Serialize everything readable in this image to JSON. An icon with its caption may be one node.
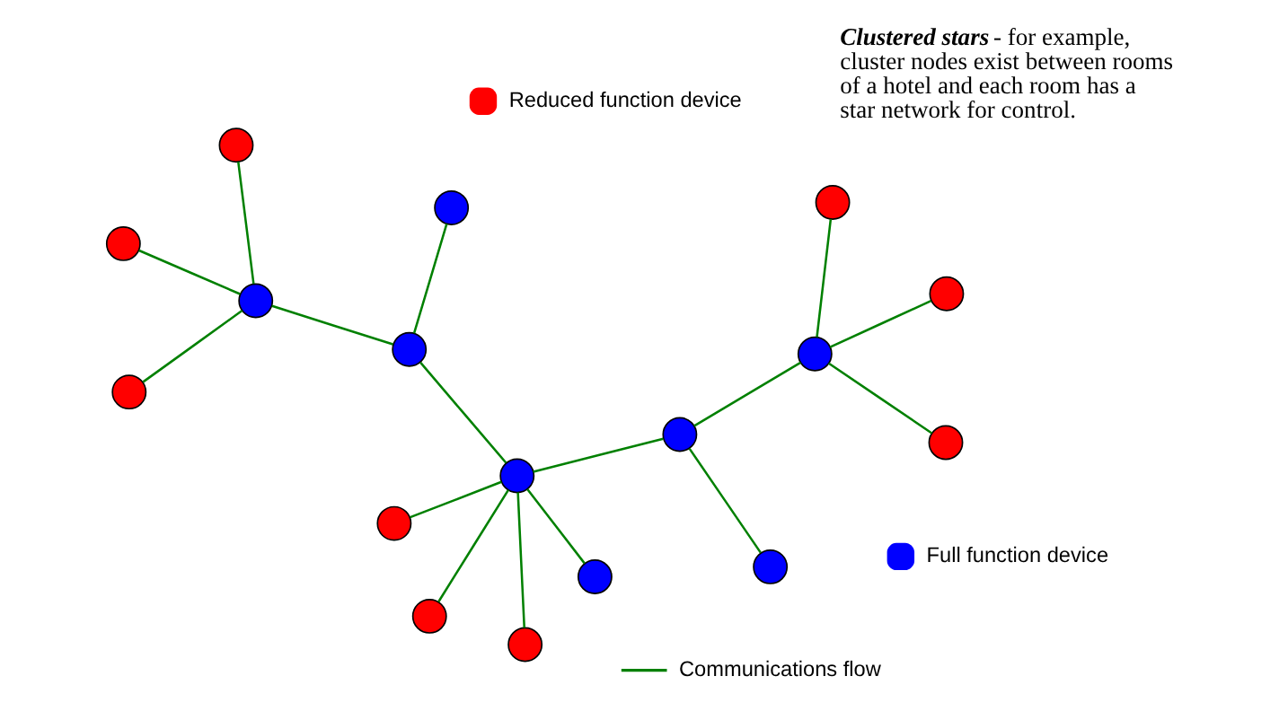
{
  "diagram": {
    "nodes": [
      {
        "text": [],
        "shape": "circle"
      },
      {
        "text": [],
        "shape": "circle"
      },
      {
        "text": [],
        "shape": "circle"
      },
      {
        "text": [],
        "shape": "circle"
      },
      {
        "text": [],
        "shape": "circle"
      },
      {
        "text": [],
        "shape": "circle"
      },
      {
        "text": [],
        "shape": "circle"
      },
      {
        "text": [],
        "shape": "circle"
      },
      {
        "text": [],
        "shape": "circle"
      },
      {
        "text": [],
        "shape": "circle"
      },
      {
        "text": [],
        "shape": "circle"
      },
      {
        "text": [],
        "shape": "circle"
      },
      {
        "text": [],
        "shape": "circle"
      },
      {
        "text": [],
        "shape": "circle"
      },
      {
        "text": [],
        "shape": "circle"
      },
      {
        "text": [],
        "shape": "circle"
      },
      {
        "text": [],
        "shape": "circle"
      }
    ],
    "edges": [
      {
        "from": 1,
        "to": 6,
        "arrow": "none"
      },
      {
        "from": 2,
        "to": 6,
        "arrow": "none"
      },
      {
        "from": 7,
        "to": 6,
        "arrow": "none"
      },
      {
        "from": 9,
        "to": 6,
        "arrow": "none"
      },
      {
        "from": 6,
        "to": 8,
        "arrow": "none"
      },
      {
        "from": 6,
        "to": 11,
        "arrow": "none"
      },
      {
        "from": 8,
        "to": 3,
        "arrow": "none"
      },
      {
        "from": 8,
        "to": 12,
        "arrow": "none"
      },
      {
        "from": 4,
        "to": 3,
        "arrow": "none"
      },
      {
        "from": 0,
        "to": 3,
        "arrow": "none"
      },
      {
        "from": 5,
        "to": 3,
        "arrow": "none"
      },
      {
        "from": 10,
        "to": 11,
        "arrow": "none"
      },
      {
        "from": 11,
        "to": 14,
        "arrow": "none"
      },
      {
        "from": 15,
        "to": 14,
        "arrow": "none"
      },
      {
        "from": 13,
        "to": 14,
        "arrow": "none"
      },
      {
        "from": 16,
        "to": 14,
        "arrow": "none"
      }
    ],
    "labels": [
      "**Clustered stars** - for example, cluster nodes exist between rooms of a hotel and each room has a star network for control."
    ],
    "legend": [
      {
        "text": "Full function device",
        "color": "#0000ff"
      },
      {
        "text": "Reduced function device",
        "color": "#ff0000"
      },
      {
        "text": "Communications flow"
      }
    ]
  }
}
